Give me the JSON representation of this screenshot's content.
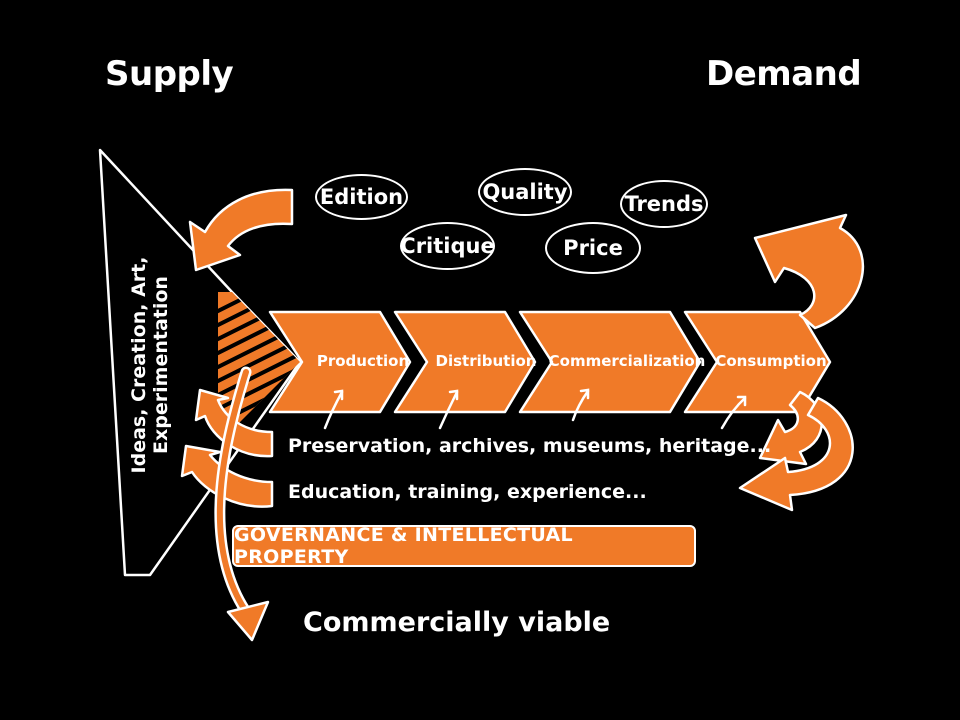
{
  "headings": {
    "supply": "Supply",
    "demand": "Demand"
  },
  "funnel": {
    "line1": "Ideas, Creation, Art,",
    "line2": "Experimentation"
  },
  "bubbles": {
    "edition": "Edition",
    "quality": "Quality",
    "trends": "Trends",
    "critique": "Critique",
    "price": "Price"
  },
  "chain": [
    "Production",
    "Distribution",
    "Commercialization",
    "Consumption"
  ],
  "support": {
    "preservation": "Preservation, archives, museums, heritage...",
    "education": "Education, training, experience..."
  },
  "governance": "GOVERNANCE & INTELLECTUAL PROPERTY",
  "outcome": "Commercially viable",
  "colors": {
    "background": "#000000",
    "accent": "#F07A28",
    "stroke": "#FFFFFF"
  }
}
